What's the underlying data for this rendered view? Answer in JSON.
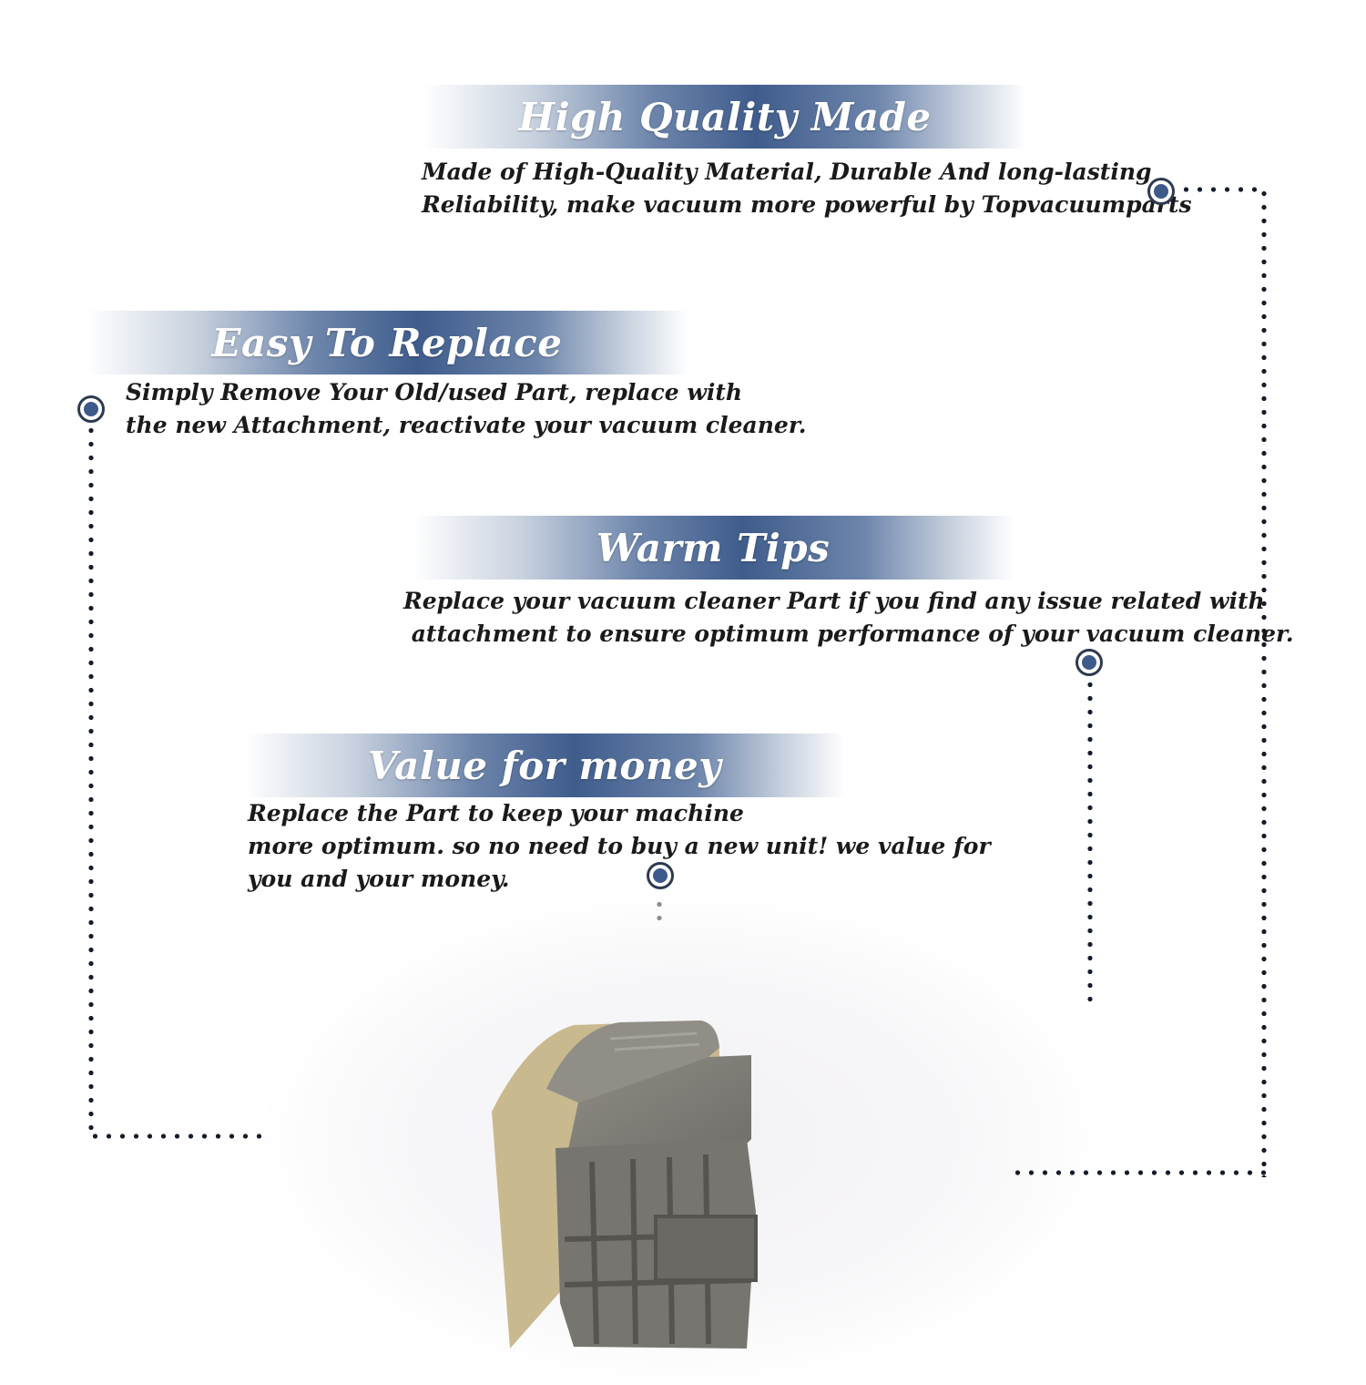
{
  "sections": [
    {
      "title": "High Quality Made",
      "lines": [
        "Made of  High-Quality Material, Durable And long-lasting",
        "Reliability, make vacuum more powerful by Topvacuumparts"
      ]
    },
    {
      "title": "Easy To Replace",
      "lines": [
        "Simply Remove Your Old/used Part, replace with",
        "the new Attachment, reactivate your vacuum cleaner."
      ]
    },
    {
      "title": "Warm Tips",
      "lines": [
        "Replace your vacuum cleaner Part if you find any issue related with",
        " attachment to ensure optimum performance of your vacuum cleaner."
      ]
    },
    {
      "title": "Value for money",
      "lines": [
        "Replace the Part to keep your machine",
        "more optimum. so no need to buy a new unit! we value for",
        "you and your money."
      ]
    }
  ],
  "colors": {
    "banner_dark": "#3f5c8c",
    "marker_fill": "#3e5a8a",
    "dots": "#141c2b",
    "product_gray": "#7b7a74",
    "product_tan": "#c8b98f"
  },
  "product_icon": "vacuum-part-image"
}
